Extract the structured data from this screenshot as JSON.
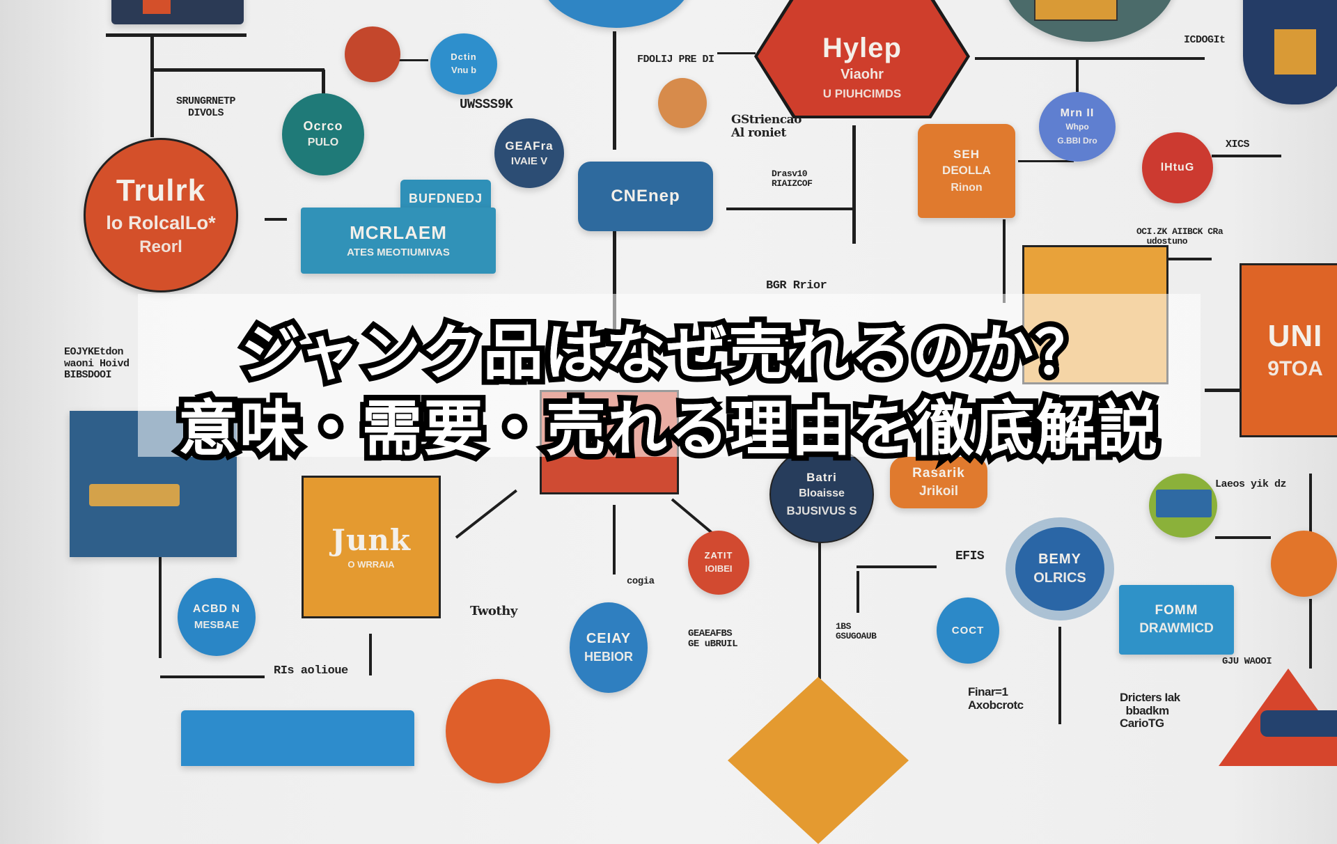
{
  "title": {
    "line1": "ジャンク品はなぜ売れるのか？",
    "line2": "意味・需要・売れる理由を徹底解説"
  },
  "colors": {
    "background": "#f0f0f0",
    "orange_red": "#d4502a",
    "red": "#c9402f",
    "orange": "#e07a2e",
    "amber": "#e49a30",
    "blue": "#2f85c4",
    "steel_blue": "#2f6ea3",
    "navy": "#273d5c",
    "teal": "#1f7a78",
    "periwinkle": "#5f7fd0",
    "title_fill": "#ffffff",
    "title_stroke": "#000000",
    "title_band": "rgba(255,255,255,0.55)"
  },
  "diagram": {
    "nodes": [
      {
        "id": "trunk-circle",
        "l1": "Trulrk",
        "l2": "lo RolcalLo*",
        "l3": "Reorl"
      },
      {
        "id": "teal-circle",
        "l1": "Ocrco",
        "l2": "PULO"
      },
      {
        "id": "small-blue-circle",
        "l1": "Dctin",
        "l2": "Vnu b"
      },
      {
        "id": "navy-circle-left",
        "l1": "GEAFra",
        "l2": "IVAIE V"
      },
      {
        "id": "mcrlaem-box",
        "l1": "MCRLAEM",
        "l2": "ATES MEOTIUMIVAS",
        "tab": "BUFDNEDJ"
      },
      {
        "id": "cnenep-box",
        "l1": "CNEnep"
      },
      {
        "id": "hexagon-top",
        "l1": "Hylep",
        "l2": "Viaohr",
        "l3": "U PIUHCIMDS"
      },
      {
        "id": "orange-box-right",
        "l1": "SEH",
        "l2": "DEOLLA",
        "l3": "Rinon"
      },
      {
        "id": "periwinkle-circle",
        "l1": "Mrn II",
        "l2": "Whpo",
        "l3": "G.BBI Dro"
      },
      {
        "id": "red-circle-right",
        "l1": "lHtuG"
      },
      {
        "id": "junk-box",
        "l1": "Junk",
        "l2": "O WRRAIA"
      },
      {
        "id": "blue-circle-left-bottom",
        "l1": "ACBD N",
        "l2": "MESBAE"
      },
      {
        "id": "bstl-circle",
        "l1": "Batri",
        "l2": "Bloaisse",
        "l3": "BJUSIVUS S"
      },
      {
        "id": "rasoik-box",
        "l1": "Rasarik",
        "l2": "Jrikoil"
      },
      {
        "id": "red-circle-small",
        "l1": "ZATIT",
        "l2": "IOIBEI"
      },
      {
        "id": "blue-circle-center-bottom",
        "l1": "CEIAY",
        "l2": "HEBIOR"
      },
      {
        "id": "small-blue-circle-bottom",
        "l1": "COCT"
      },
      {
        "id": "bemy-circle",
        "l1": "BEMY",
        "l2": "OLRICS"
      },
      {
        "id": "form-box",
        "l1": "FOMM",
        "l2": "DRAWMICD"
      },
      {
        "id": "orange-box-far-right",
        "l1": "UNI",
        "l2": "9TOA"
      }
    ],
    "labels": [
      {
        "id": "label-trenginet",
        "text": "SRUNGRNETP\n  DIVOLS"
      },
      {
        "id": "label-trending",
        "text": "UWSSS9K"
      },
      {
        "id": "label-sdoloj",
        "text": "FDOLIJ PRE DI"
      },
      {
        "id": "label-gstuskad",
        "text": "GStriencao\nAl roniet"
      },
      {
        "id": "label-brasko",
        "text": "Drasv10\nRIAIZCOF"
      },
      {
        "id": "label-iconit",
        "text": "ICDOGIt"
      },
      {
        "id": "label-xics",
        "text": "XICS"
      },
      {
        "id": "label-ocl",
        "text": "OCI.ZK AIIBCK CRa\n  udostuno"
      },
      {
        "id": "label-bgr",
        "text": "BGR Rrior"
      },
      {
        "id": "label-esinaton",
        "text": "EOJYKEtdon\nwaoni Hoivd\nBIBSDOOI"
      },
      {
        "id": "label-ris-aolioue",
        "text": "RIs aolioue"
      },
      {
        "id": "label-twothy",
        "text": "Twothy"
      },
      {
        "id": "label-cogia",
        "text": "cogia"
      },
      {
        "id": "label-geareb",
        "text": "GEAEAFBS\nGE uBRUIL"
      },
      {
        "id": "label-ibs",
        "text": "1BS\nGSUGOAUB"
      },
      {
        "id": "label-linets",
        "text": "Laeos yik dz"
      },
      {
        "id": "label-gju",
        "text": "GJU WAOOI"
      },
      {
        "id": "label-dricters",
        "text": "Dricters Iak\n  bbadkm\nCarioTG"
      },
      {
        "id": "label-finar",
        "text": "Finar=1\nAxobcrotc"
      },
      {
        "id": "label-efis",
        "text": "EFIS"
      }
    ]
  }
}
